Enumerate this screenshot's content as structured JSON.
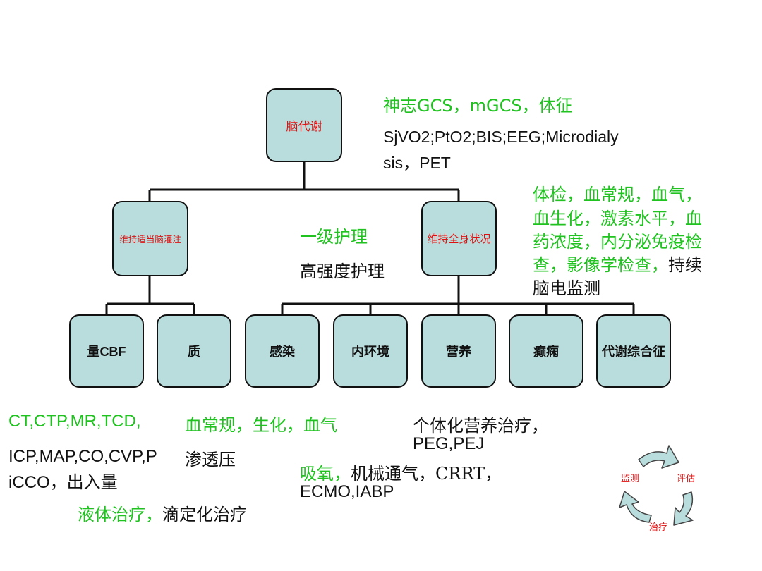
{
  "nodes": {
    "root": "脑代谢",
    "left": "维持适当脑灌注",
    "right": "维持全身状况",
    "leaf1": "量CBF",
    "leaf2": "质",
    "leaf3": "感染",
    "leaf4": "内环境",
    "leaf5": "营养",
    "leaf6": "癫痫",
    "leaf7": "代谢综合征"
  },
  "center": {
    "line1": "一级护理",
    "line2": "高强度护理"
  },
  "top_right": {
    "green": "神志GCS，mGCS，体征",
    "black_l1": "SjVO2;PtO2;BIS;EEG;Microdialy",
    "black_l2": "sis，PET"
  },
  "right_notes": {
    "l1": "体检，血常规，血气，",
    "l2": "血生化，激素水平，血",
    "l3": "药浓度，内分泌免疫检",
    "l4g": "查，影像学检查，",
    "l4k": "持续",
    "l5": "脑电监测"
  },
  "bottom": {
    "ct": "CT,CTP,MR,TCD,",
    "blood": "血常规，生化，血气",
    "icp_l1": "ICP,MAP,CO,CVP,P",
    "osm": "渗透压",
    "icp_l2a": "iCCO，",
    "icp_l2b": "出入量",
    "fluid_g": "液体治疗，",
    "fluid_k": "滴定化治疗",
    "oxy_g": "吸氧，",
    "oxy_k": "机械通气，CRRT，",
    "ecmo": "ECMO,IABP",
    "nut_l1": "个体化营养治疗，",
    "nut_l2": "PEG,PEJ"
  },
  "cycle": {
    "monitor": "监测",
    "assess": "评估",
    "treat": "治疗"
  },
  "colors": {
    "box_fill": "#b9dcdc",
    "green": "#1fc21f",
    "red": "#e01010",
    "arrow_fill": "#b9dcdc"
  }
}
